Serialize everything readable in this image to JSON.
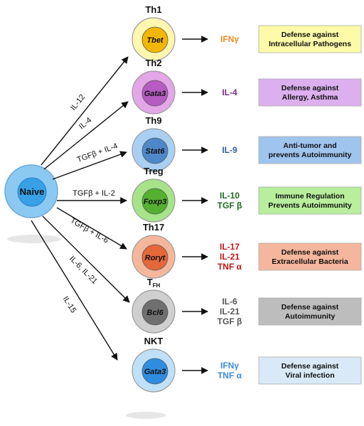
{
  "naive": {
    "label": "Naive"
  },
  "signals": [
    "IL-12",
    "IL-4",
    "TGFβ + IL-4",
    "TGFβ + IL-2",
    "TGFβ + IL-6",
    "IL-6, IL-21",
    "IL-15"
  ],
  "cells": [
    {
      "name": "Th1",
      "tf": "Tbet",
      "cytokines": [
        "IFNγ"
      ],
      "function": [
        "Defense against",
        "Intracellular Pathogens"
      ]
    },
    {
      "name": "Th2",
      "tf": "Gata3",
      "cytokines": [
        "IL-4"
      ],
      "function": [
        "Defense against",
        "Allergy, Asthma"
      ]
    },
    {
      "name": "Th9",
      "tf": "Stat6",
      "cytokines": [
        "IL-9"
      ],
      "function": [
        "Anti-tumor and",
        "prevents Autoimmunity"
      ]
    },
    {
      "name": "Treg",
      "tf": "Foxp3",
      "cytokines": [
        "IL-10",
        "TGF β"
      ],
      "function": [
        "Immune Regulation",
        "Prevents Autoimmunity"
      ]
    },
    {
      "name": "Th17",
      "tf": "Rorγt",
      "cytokines": [
        "IL-17",
        "IL-21",
        "TNF α"
      ],
      "function": [
        "Defense against",
        "Extracellular Bacteria"
      ]
    },
    {
      "name": "T",
      "name_sub": "FH",
      "tf": "Bcl6",
      "cytokines": [
        "IL-6",
        "IL-21",
        "TGF β"
      ],
      "function": [
        "Defense against",
        "Autoimmunity"
      ]
    },
    {
      "name": "NKT",
      "tf": "Gata3",
      "cytokines": [
        "IFNγ",
        "TNF α"
      ],
      "function": [
        "Defense against",
        "Viral infection"
      ]
    }
  ],
  "colors": {
    "naive": "#4aa8e8",
    "cell_fills": [
      "#fff6b0",
      "#e3a6e6",
      "#a9d0f2",
      "#a6e389",
      "#f4b79c",
      "#cfcfcf",
      "#bfe0f7"
    ],
    "nucleus_fills": [
      "#f2b705",
      "#b55bc2",
      "#4f88c9",
      "#55b032",
      "#e4683a",
      "#6f6f6f",
      "#2f8de0"
    ],
    "cytokine_colors": [
      "#ef8a1e",
      "#7a2a8f",
      "#2a5fa8",
      "#1f6b1f",
      "#c01818",
      "#555555",
      "#3a8ad8"
    ],
    "function_fills": [
      "#fdfaa8",
      "#dcb0ef",
      "#9fc4ee",
      "#b8ee9c",
      "#f4b69c",
      "#bdbdbd",
      "#d9e9f7"
    ]
  }
}
